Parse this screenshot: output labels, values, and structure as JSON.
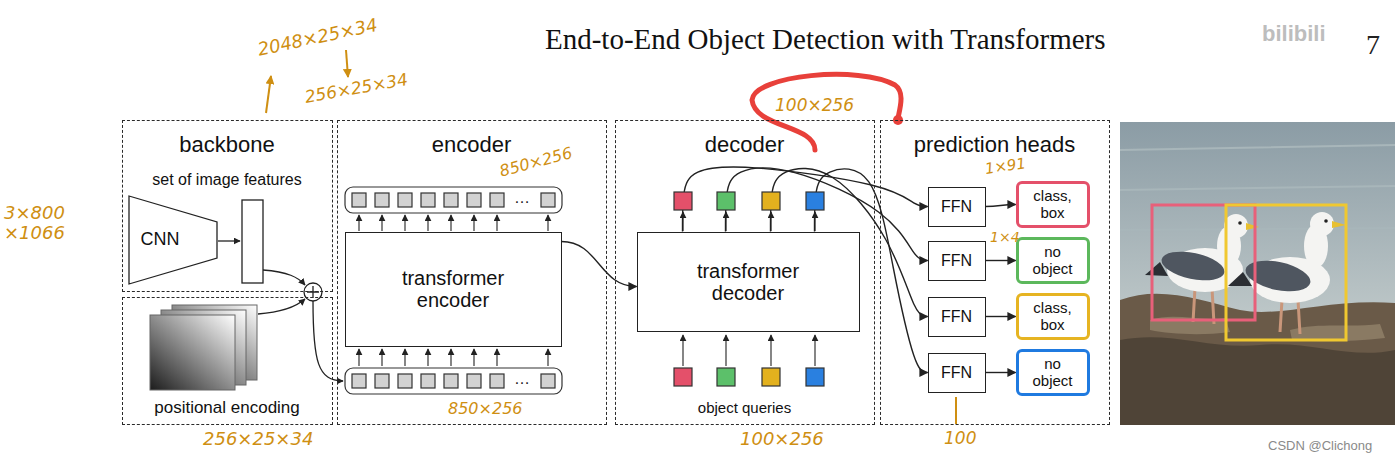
{
  "diagram": {
    "title": "End-to-End Object Detection with Transformers",
    "nodes": [
      {
        "text": [
          "backbone",
          "set of image features"
        ]
      },
      {
        "text": [
          "CNN"
        ],
        "in": 0
      },
      {
        "text": [
          "positional encoding"
        ]
      },
      {
        "text": [
          "encoder"
        ]
      },
      {
        "text": [
          "transformer encoder"
        ],
        "in": 3
      },
      {
        "text": [
          "decoder",
          "object queries"
        ]
      },
      {
        "text": [
          "transformer decoder"
        ],
        "in": 5
      },
      {
        "text": [
          "prediction heads"
        ]
      },
      {
        "text": [
          "FFN"
        ],
        "in": 7
      },
      {
        "text": [
          "class, box"
        ],
        "in": 7
      },
      {
        "text": [
          "FFN"
        ],
        "in": 7
      },
      {
        "text": [
          "no object"
        ],
        "in": 7
      },
      {
        "text": [
          "FFN"
        ],
        "in": 7
      },
      {
        "text": [
          "class, box"
        ],
        "in": 7
      },
      {
        "text": [
          "FFN"
        ],
        "in": 7
      },
      {
        "text": [
          "no object"
        ],
        "in": 7
      }
    ],
    "edges": [
      {
        "from": 4,
        "to": 6,
        "arrow": "to"
      },
      {
        "from": 6,
        "to": 8,
        "arrow": "to"
      },
      {
        "from": 6,
        "to": 10,
        "arrow": "to"
      },
      {
        "from": 6,
        "to": 12,
        "arrow": "to"
      },
      {
        "from": 6,
        "to": 14,
        "arrow": "to"
      },
      {
        "from": 8,
        "to": 9,
        "arrow": "to"
      },
      {
        "from": 10,
        "to": 11,
        "arrow": "to"
      },
      {
        "from": 12,
        "to": 13,
        "arrow": "to"
      },
      {
        "from": 14,
        "to": 15,
        "arrow": "to"
      }
    ],
    "labels": [
      "7",
      "bilibili",
      "2048×25×34",
      "256×25×34",
      "3×800 ×1066",
      "850×256",
      "100×256",
      "1×91",
      "1×4",
      "…",
      "…",
      "850×256",
      "256×25×34",
      "100×256",
      "100",
      "CSDN @Clichong"
    ]
  }
}
